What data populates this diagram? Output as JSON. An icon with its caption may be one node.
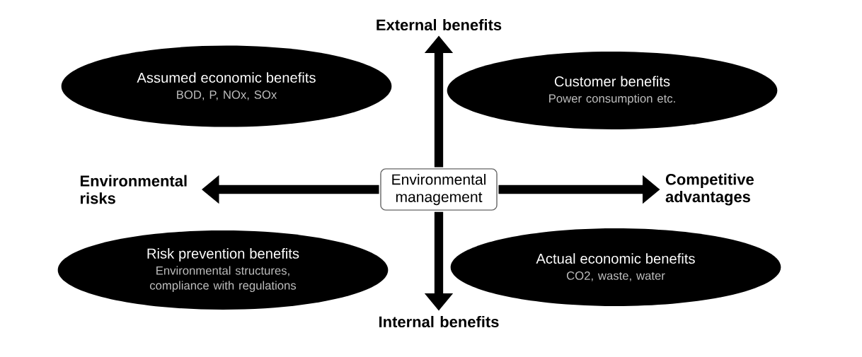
{
  "diagram": {
    "nodes": [
      {
        "text": [
          "Environmental management"
        ]
      },
      {
        "text": [
          "External benefits"
        ]
      },
      {
        "text": [
          "Internal benefits"
        ]
      },
      {
        "text": [
          "Environmental risks"
        ]
      },
      {
        "text": [
          "Competitive advantages"
        ]
      },
      {
        "text": [
          "Assumed economic benefits",
          "BOD, P, NOx, SOx"
        ]
      },
      {
        "text": [
          "Customer benefits",
          "Power consumption etc."
        ]
      },
      {
        "text": [
          "Risk prevention benefits",
          "Environmental structures, compliance with regulations"
        ]
      },
      {
        "text": [
          "Actual economic benefits",
          "CO2, waste, water"
        ]
      }
    ],
    "edges": [
      {
        "from": 0,
        "to": 1,
        "arrow": "to"
      },
      {
        "from": 0,
        "to": 2,
        "arrow": "to"
      },
      {
        "from": 0,
        "to": 3,
        "arrow": "to"
      },
      {
        "from": 0,
        "to": 4,
        "arrow": "to"
      }
    ]
  }
}
